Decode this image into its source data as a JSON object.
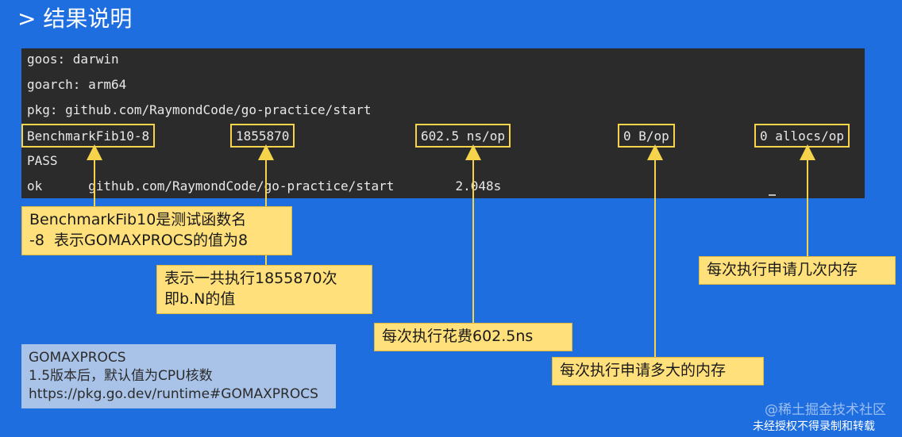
{
  "title": "> 结果说明",
  "terminal": {
    "lines": [
      "goos: darwin",
      "goarch: arm64",
      "pkg: github.com/RaymondCode/go-practice/start"
    ],
    "result": {
      "name": "BenchmarkFib10-8",
      "iterations": "1855870",
      "ns_per_op": "602.5 ns/op",
      "bytes_per_op": "0 B/op",
      "allocs_per_op": "0 allocs/op"
    },
    "pass": "PASS",
    "ok_line": "ok      github.com/RaymondCode/go-practice/start        2.048s"
  },
  "notes": {
    "name_note": "BenchmarkFib10是测试函数名\n-8  表示GOMAXPROCS的值为8",
    "iter_note": "表示一共执行1855870次\n即b.N的值",
    "ns_note": "每次执行花费602.5ns",
    "bytes_note": "每次执行申请多大的内存",
    "allocs_note": "每次执行申请几次内存"
  },
  "info_box": "GOMAXPROCS\n1.5版本后，默认值为CPU核数\nhttps://pkg.go.dev/runtime#GOMAXPROCS",
  "watermark": "@稀土掘金技术社区",
  "watermark_notice": "未经授权不得录制和转载",
  "colors": {
    "background": "#1f6ee0",
    "terminal": "#2b2b2b",
    "highlight": "#f6d34a",
    "note": "#ffe07a",
    "info": "#a9c3e8"
  }
}
